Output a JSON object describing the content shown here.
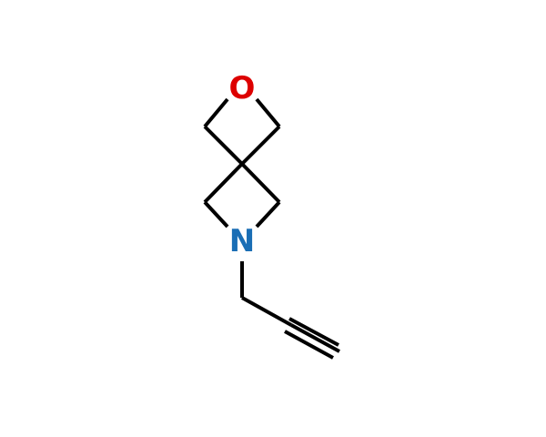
{
  "molecule": {
    "atoms": [
      {
        "id": "O1",
        "label": "O",
        "color": "#dd0000"
      },
      {
        "id": "N1",
        "label": "N",
        "color": "#1a6eb5"
      }
    ],
    "bond_color": "#000000"
  }
}
